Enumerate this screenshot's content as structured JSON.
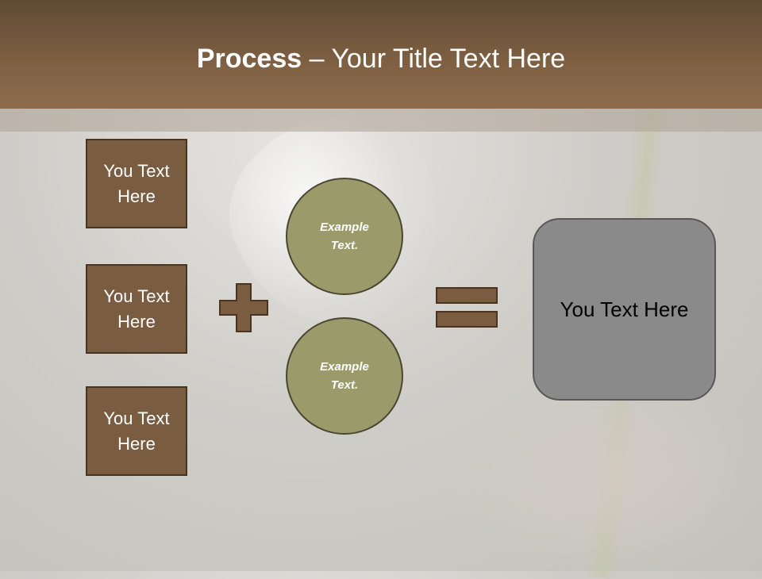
{
  "title": {
    "bold": "Process",
    "rest": " – Your Title Text Here"
  },
  "input_boxes": [
    {
      "label": "You Text Here"
    },
    {
      "label": "You Text Here"
    },
    {
      "label": "You Text Here"
    }
  ],
  "circles": [
    {
      "label": "Example Text."
    },
    {
      "label": "Example Text."
    }
  ],
  "result": {
    "label": "You Text Here"
  },
  "colors": {
    "header": "#7d5f42",
    "box_fill": "#7a5c40",
    "box_border": "#4a3320",
    "circle_fill": "#9a9a6a",
    "result_fill": "#8a8a8a"
  },
  "icons": {
    "operator_1": "plus-icon",
    "operator_2": "equals-icon"
  }
}
